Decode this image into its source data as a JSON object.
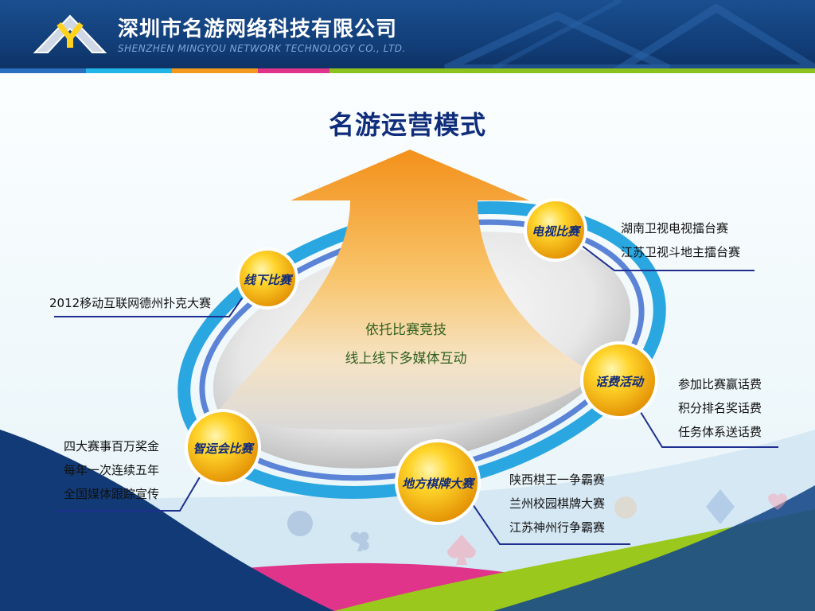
{
  "header": {
    "company_cn": "深圳市名游网络科技有限公司",
    "company_en": "SHENZHEN  MINGYOU NETWORK TECHNOLOGY CO., LTD."
  },
  "title": "名游运营模式",
  "center": {
    "line1": "依托比赛竞技",
    "line2": "线上线下多媒体互动"
  },
  "badges": {
    "tv": {
      "label": "电视比赛",
      "items": [
        "湖南卫视电视擂台赛",
        "江苏卫视斗地主擂台赛"
      ]
    },
    "offline": {
      "label": "线下比赛",
      "items": [
        "2012移动互联网德州扑克大赛"
      ]
    },
    "phone": {
      "label": "话费活动",
      "items": [
        "参加比赛赢话费",
        "积分排名奖话费",
        "任务体系送话费"
      ]
    },
    "sports": {
      "label": "智运会比赛",
      "items": [
        "四大赛事百万奖金",
        "每年一次连续五年",
        "全国媒体跟踪宣传"
      ]
    },
    "local": {
      "label": "地方棋牌大赛",
      "items": [
        "陕西棋王一争霸赛",
        "兰州校园棋牌大赛",
        "江苏神州行争霸赛"
      ]
    }
  },
  "colors": {
    "header": "#1a4f8f",
    "title": "#0f2d7a",
    "badge": "#f5b400",
    "arrow": "#f39a1e",
    "ring": "#2aa7e0"
  },
  "icons": [
    "company-logo-icon",
    "chess-piece-icon",
    "spade-icon",
    "club-icon",
    "diamond-icon",
    "heart-icon"
  ]
}
